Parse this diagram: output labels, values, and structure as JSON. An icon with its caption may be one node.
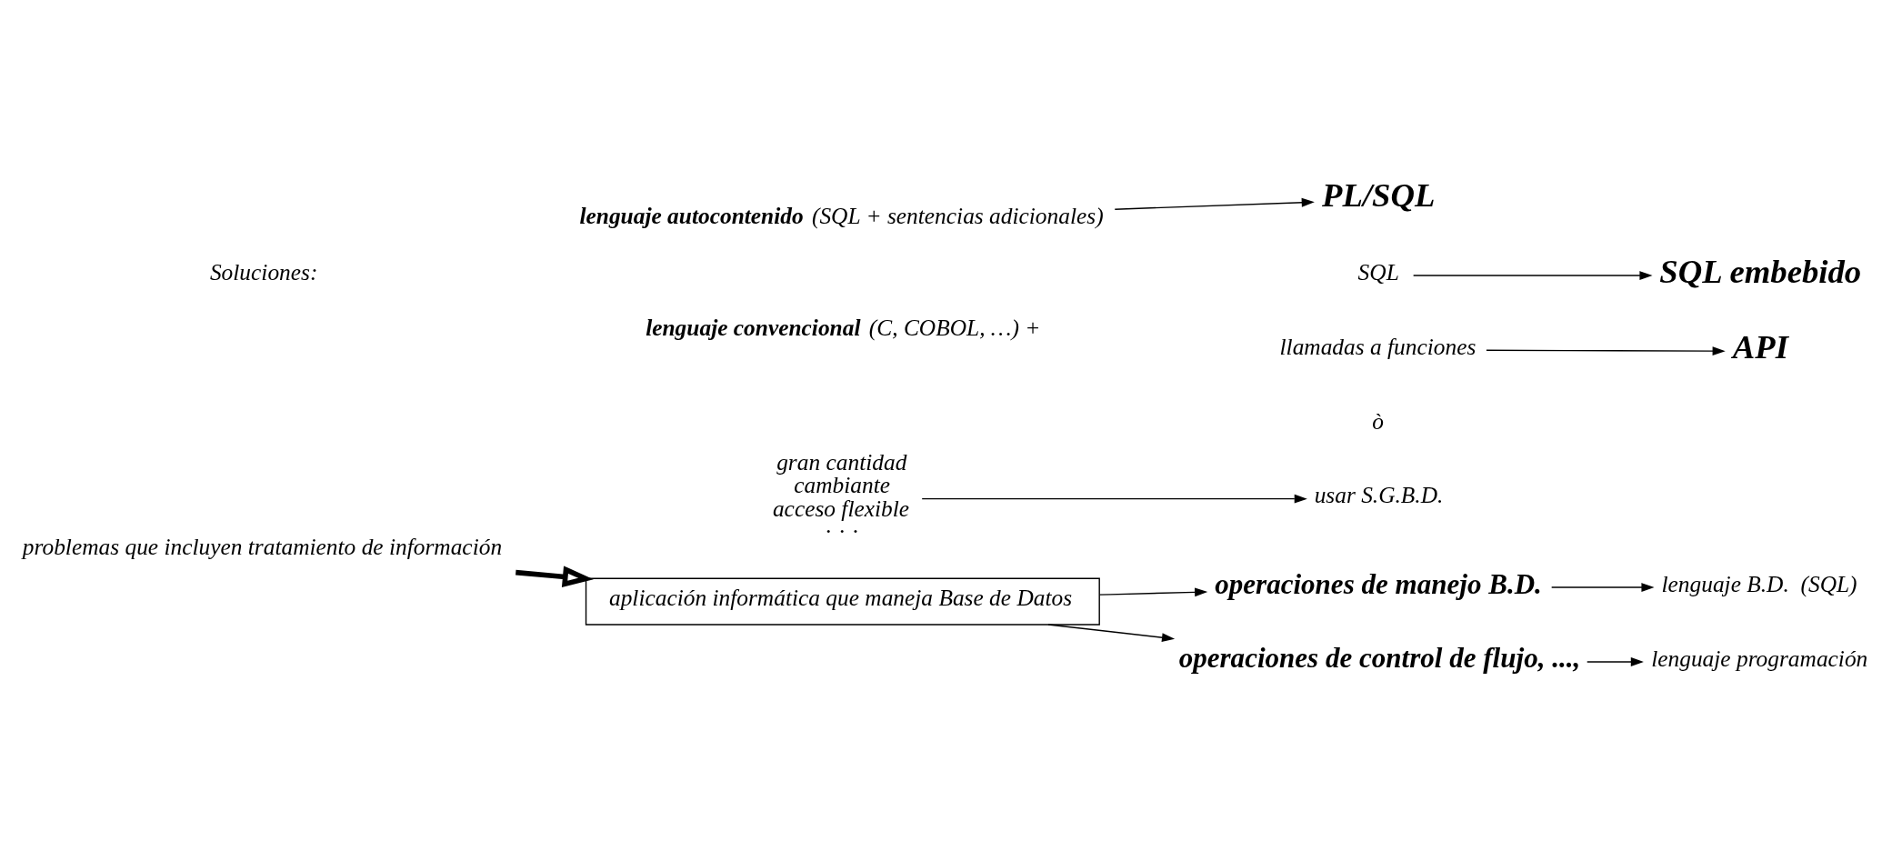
{
  "diagram": {
    "nodes": [
      {
        "text": [
          "problemas que incluyen tratamiento de información"
        ]
      },
      {
        "text": [
          "gran cantidad",
          "cambiante",
          "acceso flexible"
        ],
        "beside": [
          "· · ·"
        ]
      },
      {
        "text": [
          "usar S.G.B.D."
        ]
      },
      {
        "text": [
          "aplicación informática que maneja Base de Datos"
        ]
      },
      {
        "text": [
          "operaciones de manejo B.D."
        ]
      },
      {
        "text": [
          "lenguaje B.D.  (SQL)"
        ]
      },
      {
        "text": [
          "operaciones de control de flujo, ...,"
        ]
      },
      {
        "text": [
          "lenguaje programación"
        ]
      },
      {
        "text": [
          "Soluciones:"
        ]
      },
      {
        "text": [
          "lenguaje autocontenido",
          "(SQL + sentencias adicionales)"
        ]
      },
      {
        "text": [
          "PL/SQL"
        ]
      },
      {
        "text": [
          "lenguaje convencional",
          "(C, COBOL, …) +"
        ]
      },
      {
        "text": [
          "SQL"
        ]
      },
      {
        "text": [
          "llamadas a funciones"
        ]
      },
      {
        "text": [
          "SQL embebido"
        ]
      },
      {
        "text": [
          "API"
        ]
      }
    ],
    "edges": [
      {
        "from": 1,
        "to": 2,
        "arrow": "to"
      },
      {
        "from": 0,
        "to": 3,
        "arrow": "to",
        "style": "thick"
      },
      {
        "from": 3,
        "to": 4,
        "arrow": "to"
      },
      {
        "from": 3,
        "to": 6,
        "arrow": "to"
      },
      {
        "from": 4,
        "to": 5,
        "arrow": "to"
      },
      {
        "from": 6,
        "to": 7,
        "arrow": "to"
      },
      {
        "from": 9,
        "to": 10,
        "arrow": "to"
      },
      {
        "from": 12,
        "to": 14,
        "arrow": "to"
      },
      {
        "from": 13,
        "to": 15,
        "arrow": "to"
      }
    ],
    "labels": [
      "ò"
    ]
  }
}
